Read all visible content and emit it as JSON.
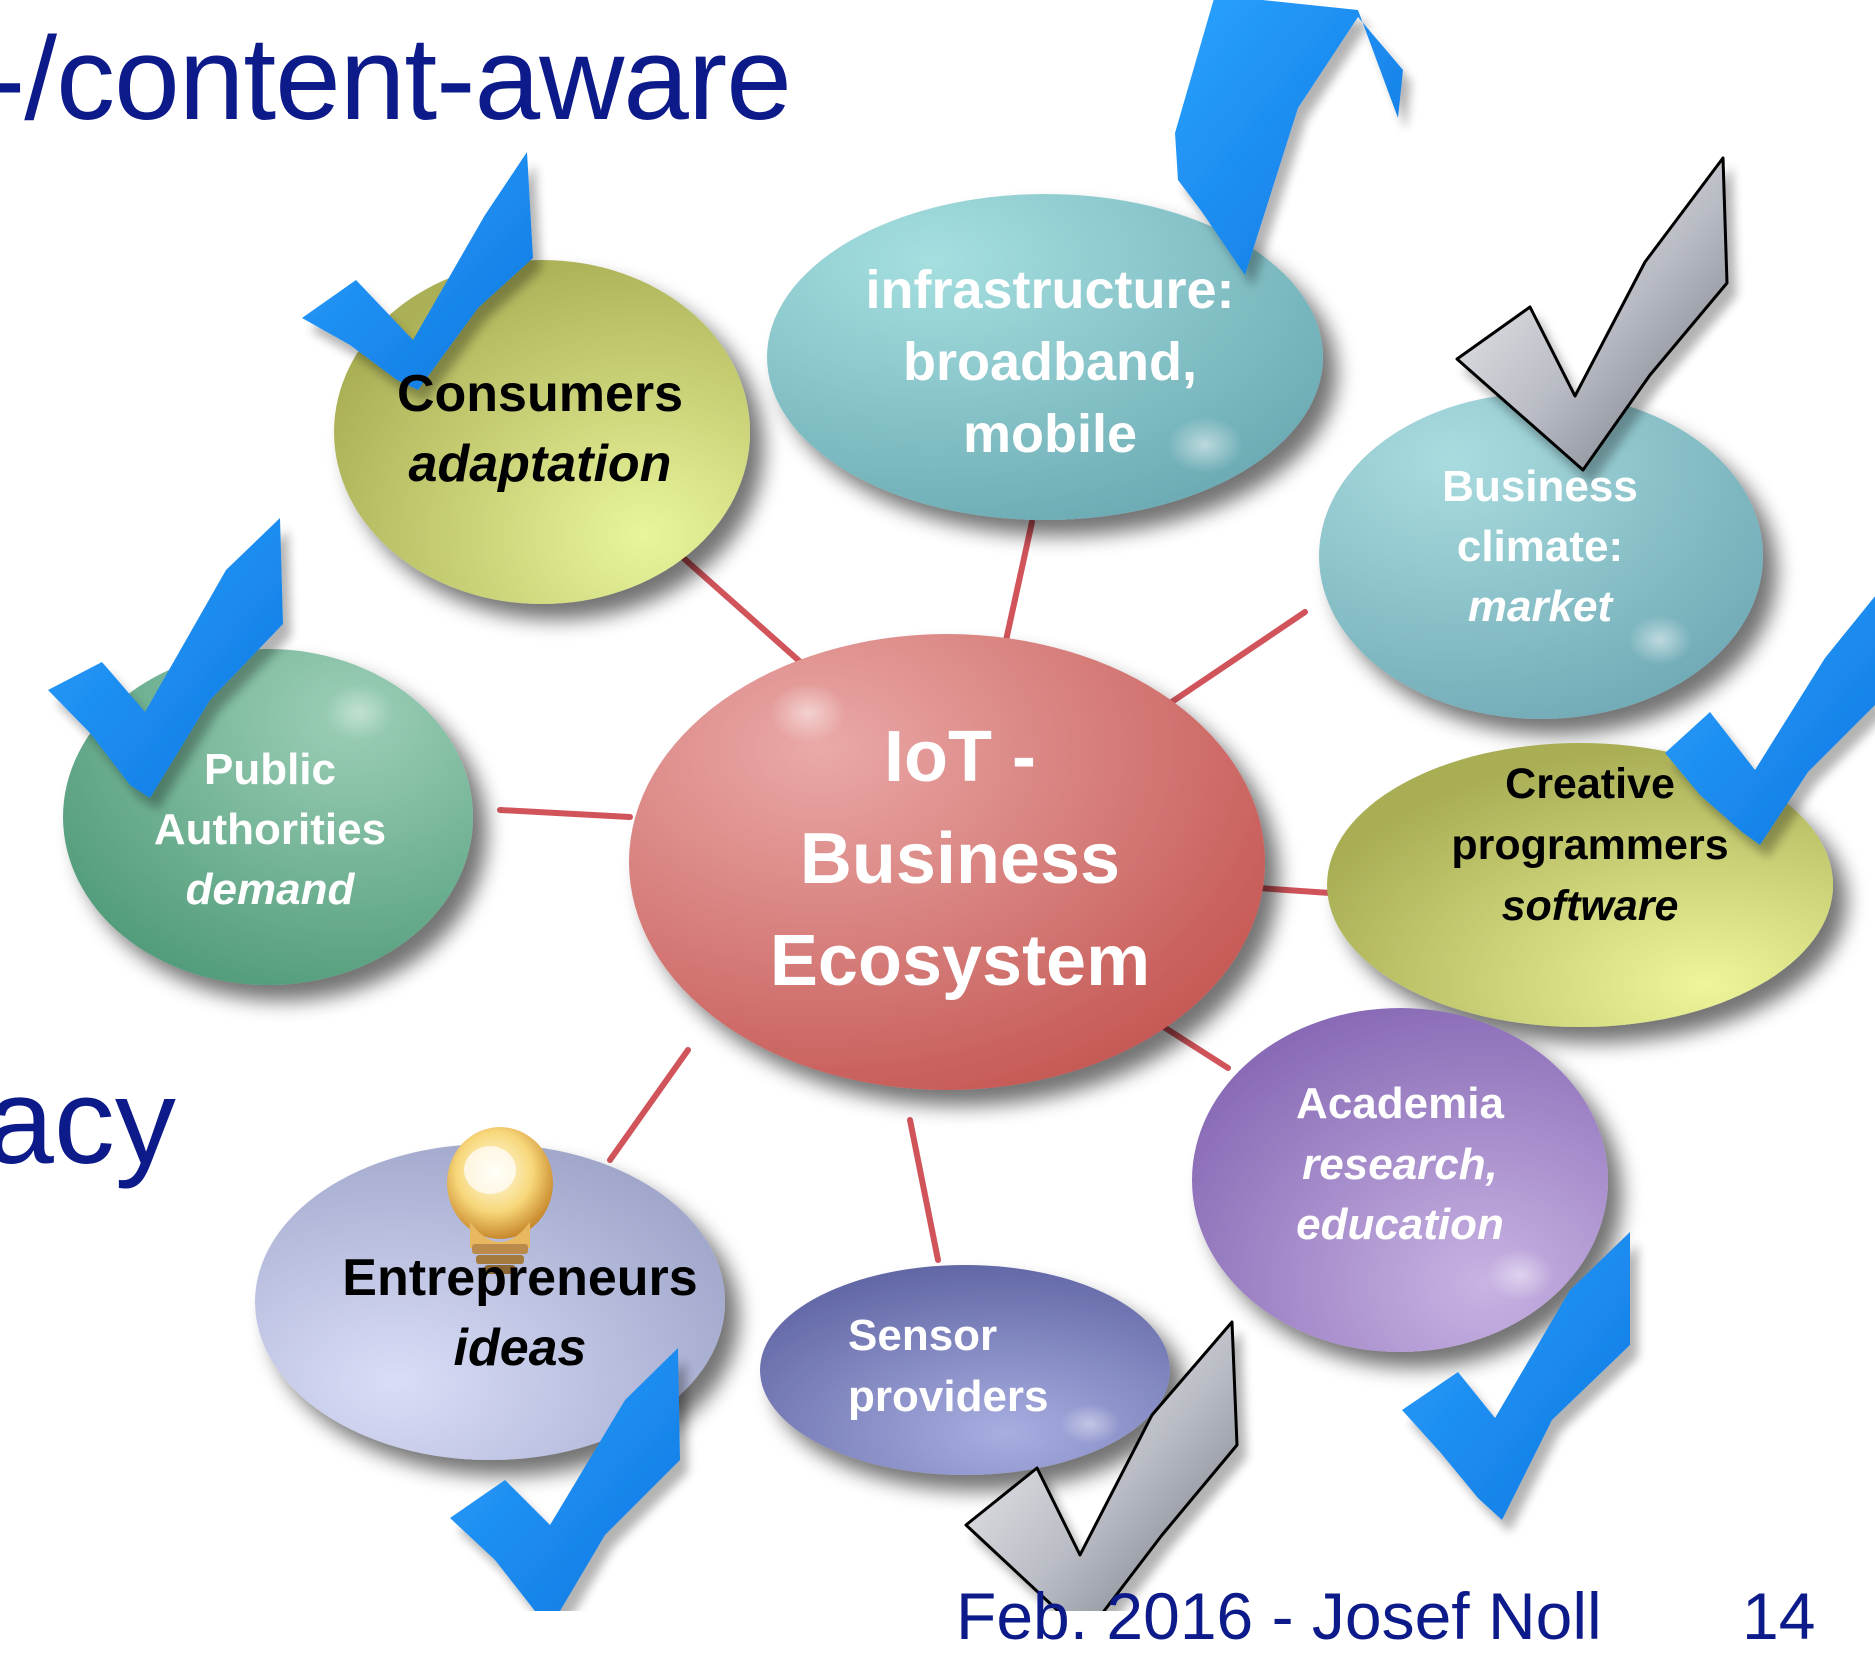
{
  "slide": {
    "heading": "-/content-aware",
    "partial_text": "acy",
    "footer": "Feb. 2016 - Josef Noll",
    "page_number": "14"
  },
  "diagram": {
    "center": {
      "lines": [
        "IoT -",
        "Business",
        "Ecosystem"
      ],
      "color": "#d97d7b"
    },
    "nodes": {
      "infrastructure": {
        "line1": "infrastructure:",
        "line2": "broadband,",
        "line3": "mobile",
        "color": "#8ec9cc",
        "check": "blue"
      },
      "consumers": {
        "title": "Consumers",
        "subtitle": "adaptation",
        "color": "#cfd37c",
        "check": "blue"
      },
      "business_climate": {
        "line1": "Business",
        "line2": "climate:",
        "subtitle": "market",
        "color": "#98cdd2",
        "check": "grey"
      },
      "public_authorities": {
        "line1": "Public",
        "line2": "Authorities",
        "subtitle": "demand",
        "color": "#6fb595",
        "check": "blue"
      },
      "creative_programmers": {
        "line1": "Creative",
        "line2": "programmers",
        "subtitle": "software",
        "color": "#cfd37c",
        "check": "blue"
      },
      "academia": {
        "title": "Academia",
        "subtitle1": "research,",
        "subtitle2": "education",
        "color": "#a786c8",
        "check": "blue"
      },
      "entrepreneurs": {
        "title": "Entrepreneurs",
        "subtitle": "ideas",
        "color": "#bcc3e2",
        "check": "blue",
        "icon": "lightbulb-icon"
      },
      "sensor_providers": {
        "line1": "Sensor",
        "line2": "providers",
        "color": "#7b82be",
        "check": "grey"
      }
    },
    "colors": {
      "connector": "#d0545a",
      "check_blue": "#1c8cf0",
      "check_grey": "#8d9098",
      "text_blue": "#0d1a8a"
    }
  }
}
